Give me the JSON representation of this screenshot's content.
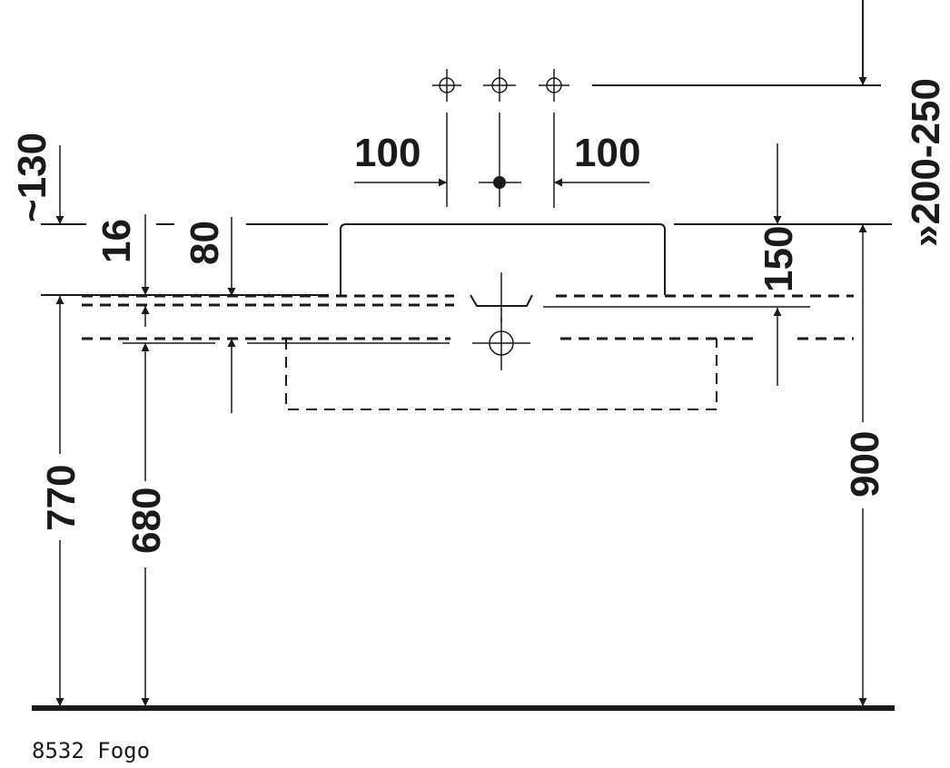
{
  "drawing": {
    "caption": "8532 Fogo",
    "dimensions": {
      "tap_spacing_left": "100",
      "tap_spacing_right": "100",
      "top_offset": "~130",
      "rim_thickness": "16",
      "depth_80": "80",
      "basin_height": "150",
      "tap_height": "»200-250",
      "height_770": "770",
      "height_680": "680",
      "height_900": "900"
    },
    "colors": {
      "ink": "#1a1a1a",
      "background": "#ffffff"
    }
  }
}
